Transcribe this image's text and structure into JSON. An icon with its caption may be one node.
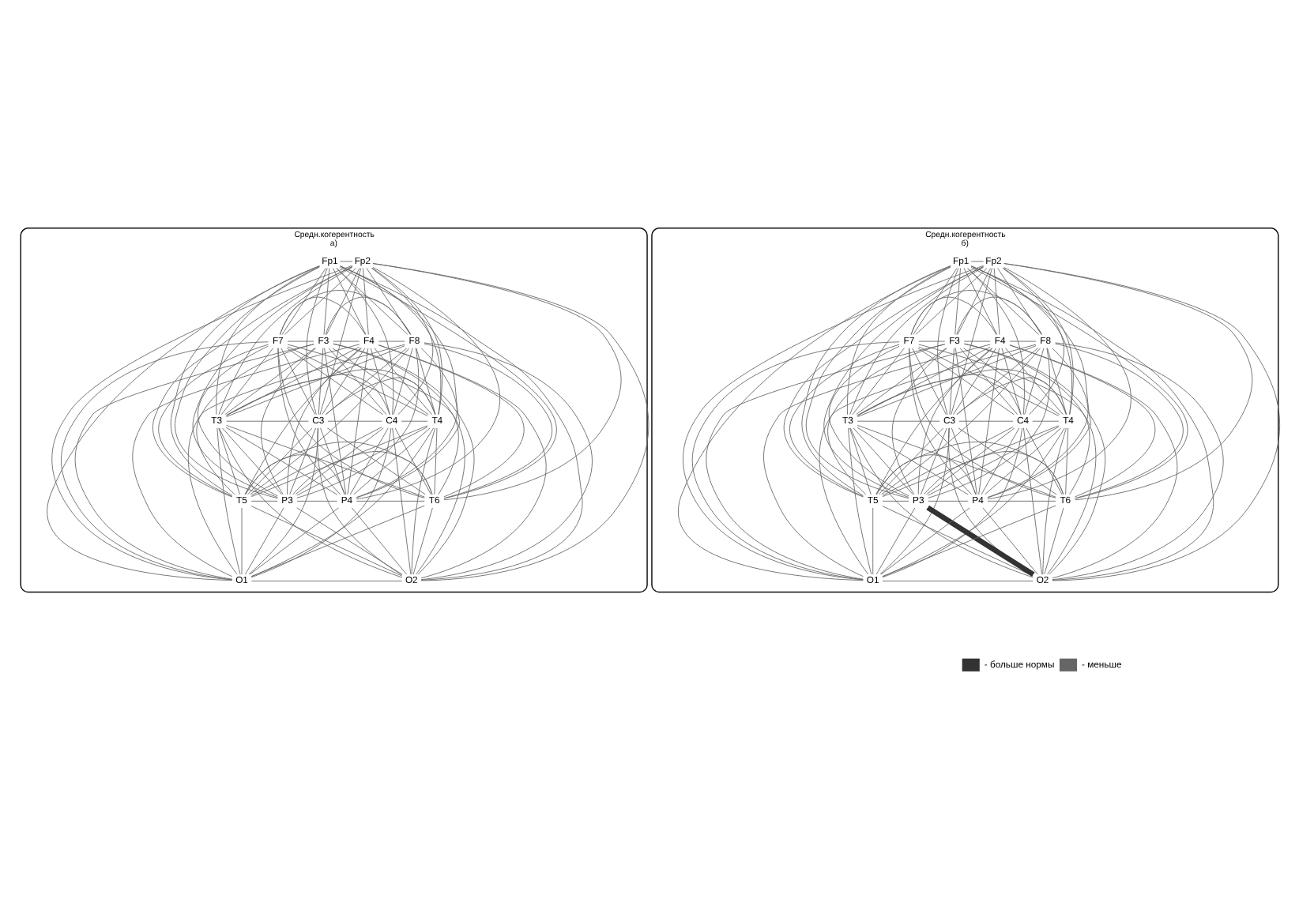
{
  "diagram": {
    "nodes": [
      {
        "text": [
          "Средн.когерентность",
          "а)"
        ]
      },
      {
        "text": [
          "Fp1"
        ],
        "in": 0
      },
      {
        "text": [
          "Fp2"
        ],
        "in": 0
      },
      {
        "text": [
          "F7"
        ],
        "in": 0
      },
      {
        "text": [
          "F3"
        ],
        "in": 0
      },
      {
        "text": [
          "F4"
        ],
        "in": 0
      },
      {
        "text": [
          "F8"
        ],
        "in": 0
      },
      {
        "text": [
          "T3"
        ],
        "in": 0
      },
      {
        "text": [
          "C3"
        ],
        "in": 0
      },
      {
        "text": [
          "C4"
        ],
        "in": 0
      },
      {
        "text": [
          "T4"
        ],
        "in": 0
      },
      {
        "text": [
          "T5"
        ],
        "in": 0
      },
      {
        "text": [
          "P3"
        ],
        "in": 0
      },
      {
        "text": [
          "P4"
        ],
        "in": 0
      },
      {
        "text": [
          "T6"
        ],
        "in": 0
      },
      {
        "text": [
          "O1"
        ],
        "in": 0
      },
      {
        "text": [
          "O2"
        ],
        "in": 0
      },
      {
        "text": [
          "Средн.когерентность",
          "б)"
        ]
      },
      {
        "text": [
          "Fp1"
        ],
        "in": 17
      },
      {
        "text": [
          "Fp2"
        ],
        "in": 17
      },
      {
        "text": [
          "F7"
        ],
        "in": 17
      },
      {
        "text": [
          "F3"
        ],
        "in": 17
      },
      {
        "text": [
          "F4"
        ],
        "in": 17
      },
      {
        "text": [
          "F8"
        ],
        "in": 17
      },
      {
        "text": [
          "T3"
        ],
        "in": 17
      },
      {
        "text": [
          "C3"
        ],
        "in": 17
      },
      {
        "text": [
          "C4"
        ],
        "in": 17
      },
      {
        "text": [
          "T4"
        ],
        "in": 17
      },
      {
        "text": [
          "T5"
        ],
        "in": 17
      },
      {
        "text": [
          "P3"
        ],
        "in": 17
      },
      {
        "text": [
          "P4"
        ],
        "in": 17
      },
      {
        "text": [
          "T6"
        ],
        "in": 17
      },
      {
        "text": [
          "O1"
        ],
        "in": 17
      },
      {
        "text": [
          "O2"
        ],
        "in": 17
      }
    ],
    "edges": [
      {
        "from": 1,
        "to": 2,
        "arrow": "none"
      },
      {
        "from": 1,
        "to": 3,
        "arrow": "none"
      },
      {
        "from": 1,
        "to": 4,
        "arrow": "none"
      },
      {
        "from": 1,
        "to": 5,
        "arrow": "none"
      },
      {
        "from": 1,
        "to": 6,
        "arrow": "none"
      },
      {
        "from": 1,
        "to": 7,
        "arrow": "none"
      },
      {
        "from": 1,
        "to": 8,
        "arrow": "none"
      },
      {
        "from": 1,
        "to": 9,
        "arrow": "none"
      },
      {
        "from": 1,
        "to": 10,
        "arrow": "none"
      },
      {
        "from": 1,
        "to": 11,
        "arrow": "none"
      },
      {
        "from": 1,
        "to": 12,
        "arrow": "none"
      },
      {
        "from": 1,
        "to": 13,
        "arrow": "none"
      },
      {
        "from": 1,
        "to": 14,
        "arrow": "none"
      },
      {
        "from": 1,
        "to": 15,
        "arrow": "none"
      },
      {
        "from": 1,
        "to": 16,
        "arrow": "none"
      },
      {
        "from": 2,
        "to": 3,
        "arrow": "none"
      },
      {
        "from": 2,
        "to": 4,
        "arrow": "none"
      },
      {
        "from": 2,
        "to": 5,
        "arrow": "none"
      },
      {
        "from": 2,
        "to": 6,
        "arrow": "none"
      },
      {
        "from": 2,
        "to": 7,
        "arrow": "none"
      },
      {
        "from": 2,
        "to": 8,
        "arrow": "none"
      },
      {
        "from": 2,
        "to": 9,
        "arrow": "none"
      },
      {
        "from": 2,
        "to": 10,
        "arrow": "none"
      },
      {
        "from": 2,
        "to": 11,
        "arrow": "none"
      },
      {
        "from": 2,
        "to": 12,
        "arrow": "none"
      },
      {
        "from": 2,
        "to": 13,
        "arrow": "none"
      },
      {
        "from": 2,
        "to": 14,
        "arrow": "none"
      },
      {
        "from": 2,
        "to": 15,
        "arrow": "none"
      },
      {
        "from": 2,
        "to": 16,
        "arrow": "none"
      },
      {
        "from": 3,
        "to": 4,
        "arrow": "none"
      },
      {
        "from": 3,
        "to": 5,
        "arrow": "none"
      },
      {
        "from": 3,
        "to": 6,
        "arrow": "none"
      },
      {
        "from": 3,
        "to": 7,
        "arrow": "none"
      },
      {
        "from": 3,
        "to": 8,
        "arrow": "none"
      },
      {
        "from": 3,
        "to": 9,
        "arrow": "none"
      },
      {
        "from": 3,
        "to": 10,
        "arrow": "none"
      },
      {
        "from": 3,
        "to": 11,
        "arrow": "none"
      },
      {
        "from": 3,
        "to": 12,
        "arrow": "none"
      },
      {
        "from": 3,
        "to": 13,
        "arrow": "none"
      },
      {
        "from": 3,
        "to": 14,
        "arrow": "none"
      },
      {
        "from": 3,
        "to": 15,
        "arrow": "none"
      },
      {
        "from": 3,
        "to": 16,
        "arrow": "none"
      },
      {
        "from": 4,
        "to": 5,
        "arrow": "none"
      },
      {
        "from": 4,
        "to": 6,
        "arrow": "none"
      },
      {
        "from": 4,
        "to": 7,
        "arrow": "none"
      },
      {
        "from": 4,
        "to": 8,
        "arrow": "none"
      },
      {
        "from": 4,
        "to": 9,
        "arrow": "none"
      },
      {
        "from": 4,
        "to": 10,
        "arrow": "none"
      },
      {
        "from": 4,
        "to": 11,
        "arrow": "none"
      },
      {
        "from": 4,
        "to": 12,
        "arrow": "none"
      },
      {
        "from": 4,
        "to": 13,
        "arrow": "none"
      },
      {
        "from": 4,
        "to": 14,
        "arrow": "none"
      },
      {
        "from": 4,
        "to": 15,
        "arrow": "none"
      },
      {
        "from": 4,
        "to": 16,
        "arrow": "none"
      },
      {
        "from": 5,
        "to": 6,
        "arrow": "none"
      },
      {
        "from": 5,
        "to": 7,
        "arrow": "none"
      },
      {
        "from": 5,
        "to": 8,
        "arrow": "none"
      },
      {
        "from": 5,
        "to": 9,
        "arrow": "none"
      },
      {
        "from": 5,
        "to": 10,
        "arrow": "none"
      },
      {
        "from": 5,
        "to": 11,
        "arrow": "none"
      },
      {
        "from": 5,
        "to": 12,
        "arrow": "none"
      },
      {
        "from": 5,
        "to": 13,
        "arrow": "none"
      },
      {
        "from": 5,
        "to": 14,
        "arrow": "none"
      },
      {
        "from": 5,
        "to": 15,
        "arrow": "none"
      },
      {
        "from": 5,
        "to": 16,
        "arrow": "none"
      },
      {
        "from": 6,
        "to": 7,
        "arrow": "none"
      },
      {
        "from": 6,
        "to": 8,
        "arrow": "none"
      },
      {
        "from": 6,
        "to": 9,
        "arrow": "none"
      },
      {
        "from": 6,
        "to": 10,
        "arrow": "none"
      },
      {
        "from": 6,
        "to": 11,
        "arrow": "none"
      },
      {
        "from": 6,
        "to": 12,
        "arrow": "none"
      },
      {
        "from": 6,
        "to": 13,
        "arrow": "none"
      },
      {
        "from": 6,
        "to": 14,
        "arrow": "none"
      },
      {
        "from": 6,
        "to": 15,
        "arrow": "none"
      },
      {
        "from": 6,
        "to": 16,
        "arrow": "none"
      },
      {
        "from": 7,
        "to": 8,
        "arrow": "none"
      },
      {
        "from": 7,
        "to": 9,
        "arrow": "none"
      },
      {
        "from": 7,
        "to": 10,
        "arrow": "none"
      },
      {
        "from": 7,
        "to": 11,
        "arrow": "none"
      },
      {
        "from": 7,
        "to": 12,
        "arrow": "none"
      },
      {
        "from": 7,
        "to": 13,
        "arrow": "none"
      },
      {
        "from": 7,
        "to": 14,
        "arrow": "none"
      },
      {
        "from": 7,
        "to": 15,
        "arrow": "none"
      },
      {
        "from": 7,
        "to": 16,
        "arrow": "none"
      },
      {
        "from": 8,
        "to": 9,
        "arrow": "none"
      },
      {
        "from": 8,
        "to": 10,
        "arrow": "none"
      },
      {
        "from": 8,
        "to": 11,
        "arrow": "none"
      },
      {
        "from": 8,
        "to": 12,
        "arrow": "none"
      },
      {
        "from": 8,
        "to": 13,
        "arrow": "none"
      },
      {
        "from": 8,
        "to": 14,
        "arrow": "none"
      },
      {
        "from": 8,
        "to": 15,
        "arrow": "none"
      },
      {
        "from": 8,
        "to": 16,
        "arrow": "none"
      },
      {
        "from": 9,
        "to": 10,
        "arrow": "none"
      },
      {
        "from": 9,
        "to": 11,
        "arrow": "none"
      },
      {
        "from": 9,
        "to": 12,
        "arrow": "none"
      },
      {
        "from": 9,
        "to": 13,
        "arrow": "none"
      },
      {
        "from": 9,
        "to": 14,
        "arrow": "none"
      },
      {
        "from": 9,
        "to": 15,
        "arrow": "none"
      },
      {
        "from": 9,
        "to": 16,
        "arrow": "none"
      },
      {
        "from": 10,
        "to": 11,
        "arrow": "none"
      },
      {
        "from": 10,
        "to": 12,
        "arrow": "none"
      },
      {
        "from": 10,
        "to": 13,
        "arrow": "none"
      },
      {
        "from": 10,
        "to": 14,
        "arrow": "none"
      },
      {
        "from": 10,
        "to": 15,
        "arrow": "none"
      },
      {
        "from": 10,
        "to": 16,
        "arrow": "none"
      },
      {
        "from": 11,
        "to": 12,
        "arrow": "none"
      },
      {
        "from": 11,
        "to": 13,
        "arrow": "none"
      },
      {
        "from": 11,
        "to": 14,
        "arrow": "none"
      },
      {
        "from": 11,
        "to": 15,
        "arrow": "none"
      },
      {
        "from": 11,
        "to": 16,
        "arrow": "none"
      },
      {
        "from": 12,
        "to": 13,
        "arrow": "none"
      },
      {
        "from": 12,
        "to": 14,
        "arrow": "none"
      },
      {
        "from": 12,
        "to": 15,
        "arrow": "none"
      },
      {
        "from": 12,
        "to": 16,
        "arrow": "none"
      },
      {
        "from": 13,
        "to": 14,
        "arrow": "none"
      },
      {
        "from": 13,
        "to": 15,
        "arrow": "none"
      },
      {
        "from": 13,
        "to": 16,
        "arrow": "none"
      },
      {
        "from": 14,
        "to": 15,
        "arrow": "none"
      },
      {
        "from": 14,
        "to": 16,
        "arrow": "none"
      },
      {
        "from": 15,
        "to": 16,
        "arrow": "none"
      },
      {
        "from": 18,
        "to": 19,
        "arrow": "none"
      },
      {
        "from": 18,
        "to": 20,
        "arrow": "none"
      },
      {
        "from": 18,
        "to": 21,
        "arrow": "none"
      },
      {
        "from": 18,
        "to": 22,
        "arrow": "none"
      },
      {
        "from": 18,
        "to": 23,
        "arrow": "none"
      },
      {
        "from": 18,
        "to": 24,
        "arrow": "none"
      },
      {
        "from": 18,
        "to": 25,
        "arrow": "none"
      },
      {
        "from": 18,
        "to": 26,
        "arrow": "none"
      },
      {
        "from": 18,
        "to": 27,
        "arrow": "none"
      },
      {
        "from": 18,
        "to": 28,
        "arrow": "none"
      },
      {
        "from": 18,
        "to": 29,
        "arrow": "none"
      },
      {
        "from": 18,
        "to": 30,
        "arrow": "none"
      },
      {
        "from": 18,
        "to": 31,
        "arrow": "none"
      },
      {
        "from": 18,
        "to": 32,
        "arrow": "none"
      },
      {
        "from": 18,
        "to": 33,
        "arrow": "none"
      },
      {
        "from": 19,
        "to": 20,
        "arrow": "none"
      },
      {
        "from": 19,
        "to": 21,
        "arrow": "none"
      },
      {
        "from": 19,
        "to": 22,
        "arrow": "none"
      },
      {
        "from": 19,
        "to": 23,
        "arrow": "none"
      },
      {
        "from": 19,
        "to": 24,
        "arrow": "none"
      },
      {
        "from": 19,
        "to": 25,
        "arrow": "none"
      },
      {
        "from": 19,
        "to": 26,
        "arrow": "none"
      },
      {
        "from": 19,
        "to": 27,
        "arrow": "none"
      },
      {
        "from": 19,
        "to": 28,
        "arrow": "none"
      },
      {
        "from": 19,
        "to": 29,
        "arrow": "none"
      },
      {
        "from": 19,
        "to": 30,
        "arrow": "none"
      },
      {
        "from": 19,
        "to": 31,
        "arrow": "none"
      },
      {
        "from": 19,
        "to": 32,
        "arrow": "none"
      },
      {
        "from": 19,
        "to": 33,
        "arrow": "none"
      },
      {
        "from": 20,
        "to": 21,
        "arrow": "none"
      },
      {
        "from": 20,
        "to": 22,
        "arrow": "none"
      },
      {
        "from": 20,
        "to": 23,
        "arrow": "none"
      },
      {
        "from": 20,
        "to": 24,
        "arrow": "none"
      },
      {
        "from": 20,
        "to": 25,
        "arrow": "none"
      },
      {
        "from": 20,
        "to": 26,
        "arrow": "none"
      },
      {
        "from": 20,
        "to": 27,
        "arrow": "none"
      },
      {
        "from": 20,
        "to": 28,
        "arrow": "none"
      },
      {
        "from": 20,
        "to": 29,
        "arrow": "none"
      },
      {
        "from": 20,
        "to": 30,
        "arrow": "none"
      },
      {
        "from": 20,
        "to": 31,
        "arrow": "none"
      },
      {
        "from": 20,
        "to": 32,
        "arrow": "none"
      },
      {
        "from": 20,
        "to": 33,
        "arrow": "none"
      },
      {
        "from": 21,
        "to": 22,
        "arrow": "none"
      },
      {
        "from": 21,
        "to": 23,
        "arrow": "none"
      },
      {
        "from": 21,
        "to": 24,
        "arrow": "none"
      },
      {
        "from": 21,
        "to": 25,
        "arrow": "none"
      },
      {
        "from": 21,
        "to": 26,
        "arrow": "none"
      },
      {
        "from": 21,
        "to": 27,
        "arrow": "none"
      },
      {
        "from": 21,
        "to": 28,
        "arrow": "none"
      },
      {
        "from": 21,
        "to": 29,
        "arrow": "none"
      },
      {
        "from": 21,
        "to": 30,
        "arrow": "none"
      },
      {
        "from": 21,
        "to": 31,
        "arrow": "none"
      },
      {
        "from": 21,
        "to": 32,
        "arrow": "none"
      },
      {
        "from": 21,
        "to": 33,
        "arrow": "none"
      },
      {
        "from": 22,
        "to": 23,
        "arrow": "none"
      },
      {
        "from": 22,
        "to": 24,
        "arrow": "none"
      },
      {
        "from": 22,
        "to": 25,
        "arrow": "none"
      },
      {
        "from": 22,
        "to": 26,
        "arrow": "none"
      },
      {
        "from": 22,
        "to": 27,
        "arrow": "none"
      },
      {
        "from": 22,
        "to": 28,
        "arrow": "none"
      },
      {
        "from": 22,
        "to": 29,
        "arrow": "none"
      },
      {
        "from": 22,
        "to": 30,
        "arrow": "none"
      },
      {
        "from": 22,
        "to": 31,
        "arrow": "none"
      },
      {
        "from": 22,
        "to": 32,
        "arrow": "none"
      },
      {
        "from": 22,
        "to": 33,
        "arrow": "none"
      },
      {
        "from": 23,
        "to": 24,
        "arrow": "none"
      },
      {
        "from": 23,
        "to": 25,
        "arrow": "none"
      },
      {
        "from": 23,
        "to": 26,
        "arrow": "none"
      },
      {
        "from": 23,
        "to": 27,
        "arrow": "none"
      },
      {
        "from": 23,
        "to": 28,
        "arrow": "none"
      },
      {
        "from": 23,
        "to": 29,
        "arrow": "none"
      },
      {
        "from": 23,
        "to": 30,
        "arrow": "none"
      },
      {
        "from": 23,
        "to": 31,
        "arrow": "none"
      },
      {
        "from": 23,
        "to": 32,
        "arrow": "none"
      },
      {
        "from": 23,
        "to": 33,
        "arrow": "none"
      },
      {
        "from": 24,
        "to": 25,
        "arrow": "none"
      },
      {
        "from": 24,
        "to": 26,
        "arrow": "none"
      },
      {
        "from": 24,
        "to": 27,
        "arrow": "none"
      },
      {
        "from": 24,
        "to": 28,
        "arrow": "none"
      },
      {
        "from": 24,
        "to": 29,
        "arrow": "none"
      },
      {
        "from": 24,
        "to": 30,
        "arrow": "none"
      },
      {
        "from": 24,
        "to": 31,
        "arrow": "none"
      },
      {
        "from": 24,
        "to": 32,
        "arrow": "none"
      },
      {
        "from": 24,
        "to": 33,
        "arrow": "none"
      },
      {
        "from": 25,
        "to": 26,
        "arrow": "none"
      },
      {
        "from": 25,
        "to": 27,
        "arrow": "none"
      },
      {
        "from": 25,
        "to": 28,
        "arrow": "none"
      },
      {
        "from": 25,
        "to": 29,
        "arrow": "none"
      },
      {
        "from": 25,
        "to": 30,
        "arrow": "none"
      },
      {
        "from": 25,
        "to": 31,
        "arrow": "none"
      },
      {
        "from": 25,
        "to": 32,
        "arrow": "none"
      },
      {
        "from": 25,
        "to": 33,
        "arrow": "none"
      },
      {
        "from": 26,
        "to": 27,
        "arrow": "none"
      },
      {
        "from": 26,
        "to": 28,
        "arrow": "none"
      },
      {
        "from": 26,
        "to": 29,
        "arrow": "none"
      },
      {
        "from": 26,
        "to": 30,
        "arrow": "none"
      },
      {
        "from": 26,
        "to": 31,
        "arrow": "none"
      },
      {
        "from": 26,
        "to": 32,
        "arrow": "none"
      },
      {
        "from": 26,
        "to": 33,
        "arrow": "none"
      },
      {
        "from": 27,
        "to": 28,
        "arrow": "none"
      },
      {
        "from": 27,
        "to": 29,
        "arrow": "none"
      },
      {
        "from": 27,
        "to": 30,
        "arrow": "none"
      },
      {
        "from": 27,
        "to": 31,
        "arrow": "none"
      },
      {
        "from": 27,
        "to": 32,
        "arrow": "none"
      },
      {
        "from": 27,
        "to": 33,
        "arrow": "none"
      },
      {
        "from": 28,
        "to": 29,
        "arrow": "none"
      },
      {
        "from": 28,
        "to": 30,
        "arrow": "none"
      },
      {
        "from": 28,
        "to": 31,
        "arrow": "none"
      },
      {
        "from": 28,
        "to": 32,
        "arrow": "none"
      },
      {
        "from": 28,
        "to": 33,
        "arrow": "none"
      },
      {
        "from": 29,
        "to": 30,
        "arrow": "none"
      },
      {
        "from": 29,
        "to": 31,
        "arrow": "none"
      },
      {
        "from": 29,
        "to": 32,
        "arrow": "none"
      },
      {
        "from": 29,
        "to": 33,
        "arrow": "none",
        "style": "thick",
        "color": "#333333"
      },
      {
        "from": 30,
        "to": 31,
        "arrow": "none"
      },
      {
        "from": 30,
        "to": 32,
        "arrow": "none"
      },
      {
        "from": 30,
        "to": 33,
        "arrow": "none"
      },
      {
        "from": 31,
        "to": 32,
        "arrow": "none"
      },
      {
        "from": 31,
        "to": 33,
        "arrow": "none"
      },
      {
        "from": 32,
        "to": 33,
        "arrow": "none"
      }
    ],
    "legend": [
      {
        "text": "- больше нормы",
        "color": "#333333"
      },
      {
        "text": "- меньше",
        "color": "#666666"
      }
    ]
  }
}
